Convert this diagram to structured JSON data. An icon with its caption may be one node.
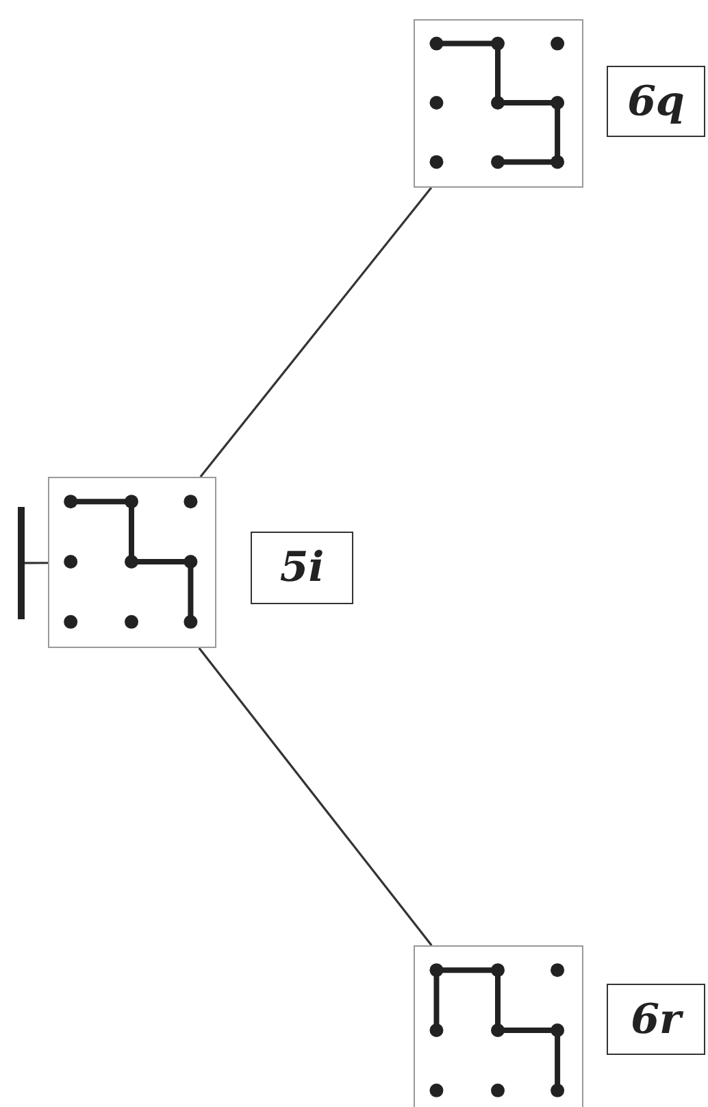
{
  "diagram": {
    "nodes": [
      {
        "text": [],
        "shape": "picture"
      },
      {
        "text": [
          "6q"
        ]
      },
      {
        "text": [],
        "shape": "bar"
      },
      {
        "text": [],
        "shape": "picture"
      },
      {
        "text": [
          "5i"
        ]
      },
      {
        "text": [],
        "shape": "picture"
      },
      {
        "text": [
          "6r"
        ]
      }
    ],
    "edges": [
      {
        "from": 0,
        "to": 3,
        "arrow": "none"
      },
      {
        "from": 3,
        "to": 5,
        "arrow": "none"
      },
      {
        "from": 2,
        "to": 3,
        "arrow": "none"
      }
    ]
  }
}
